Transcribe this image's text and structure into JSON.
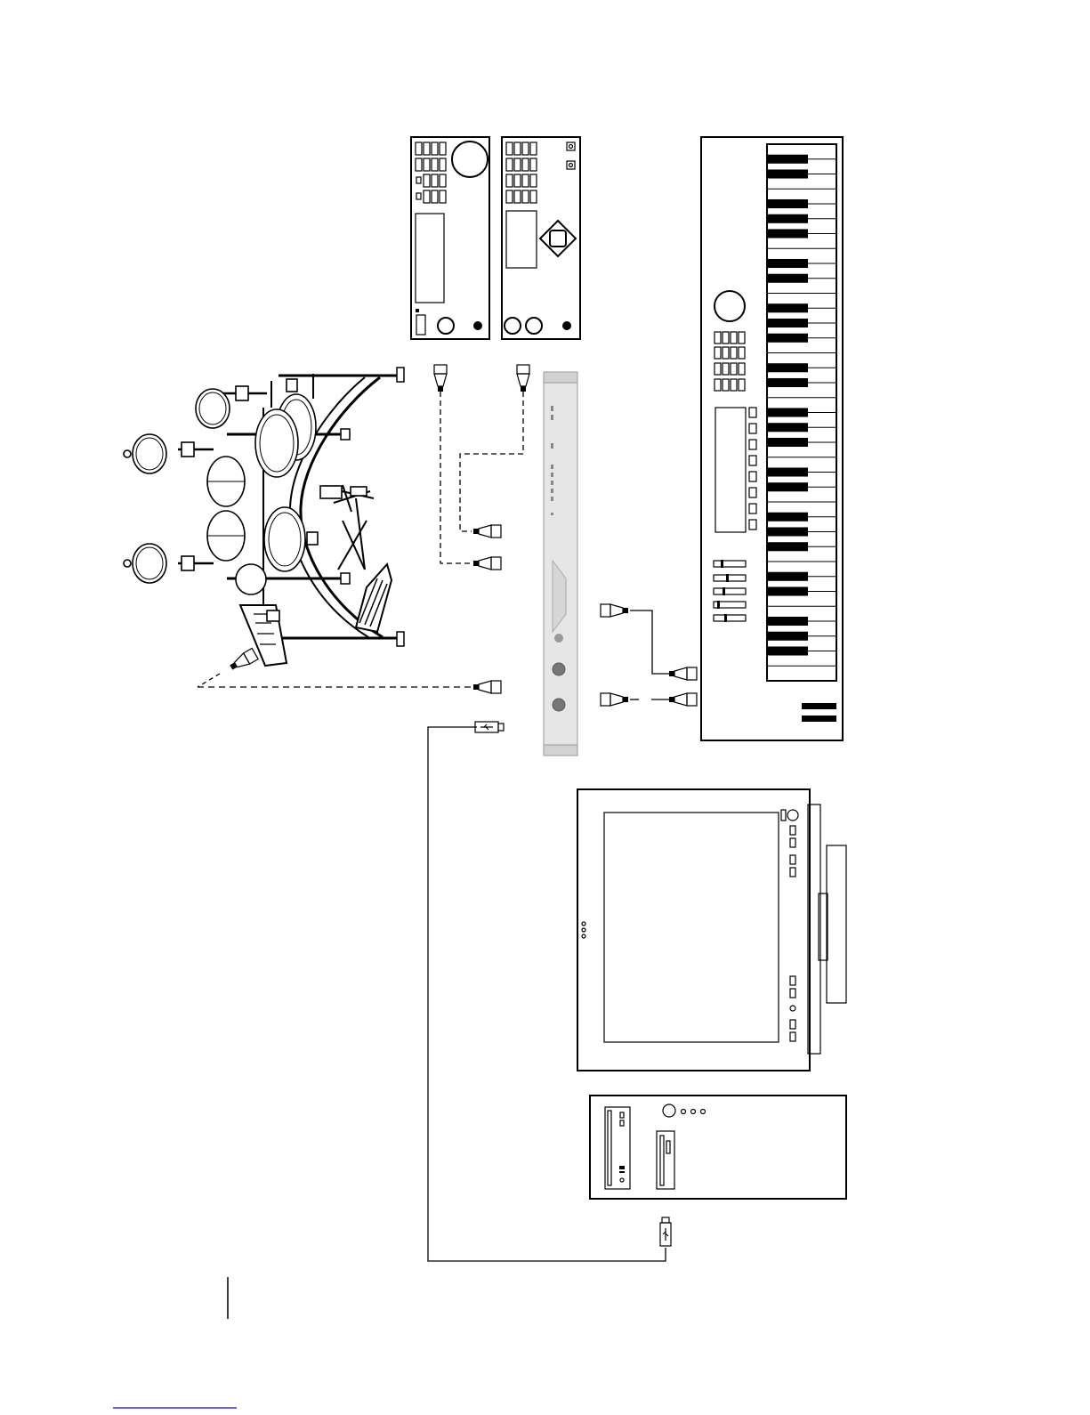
{
  "diagram": {
    "components": {
      "drum_kit": "drum-kit",
      "sound_module_a": "sound-module-a",
      "sound_module_b": "sound-module-b",
      "midi_interface": "rack-midi-interface",
      "keyboard": "midi-keyboard",
      "monitor": "computer-monitor",
      "computer": "computer-tower"
    },
    "connector_icons": {
      "midi": "midi-din-connector-icon",
      "usb": "usb-connector-icon"
    },
    "colors": {
      "line": "#000000",
      "rack_panel": "#e6e6e6",
      "background": "#ffffff"
    }
  },
  "footer": {
    "rule_color": "#3333cc"
  }
}
